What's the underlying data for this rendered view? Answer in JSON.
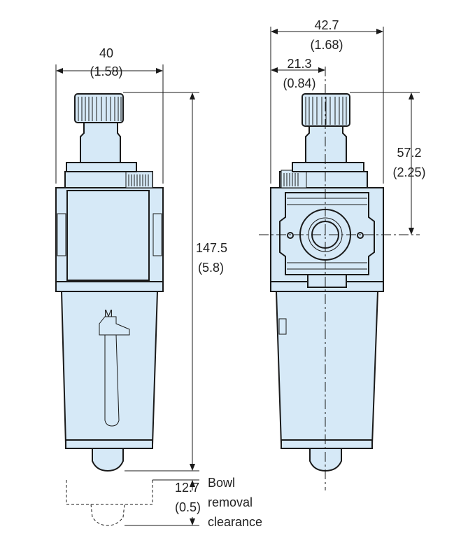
{
  "title": "Filter regulator dimensional drawing",
  "dimensions": {
    "width_mm": "40",
    "width_in": "(1.58)",
    "height_mm": "147.5",
    "height_in": "(5.8)",
    "depth_mm": "42.7",
    "depth_in": "(1.68)",
    "half_depth_mm": "21.3",
    "half_depth_in": "(0.84)",
    "port_height_mm": "57.2",
    "port_height_in": "(2.25)",
    "bowl_clearance_mm": "12.7",
    "bowl_clearance_in": "(0.5)"
  },
  "bowl_label": [
    "Bowl",
    "removal",
    "clearance"
  ],
  "bowl_marking": "M",
  "colors": {
    "body": "#d6e9f7",
    "line": "#1a1a1a"
  }
}
